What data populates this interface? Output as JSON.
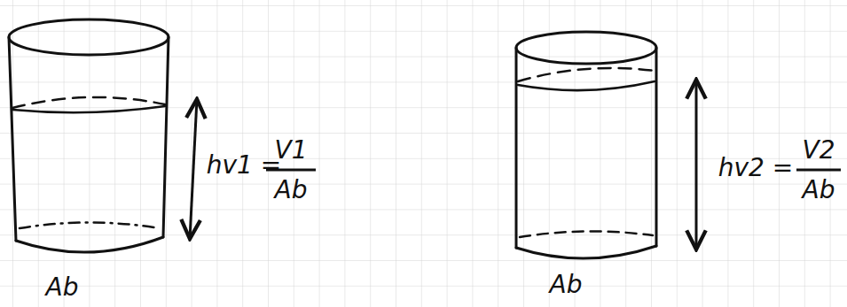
{
  "diagram": {
    "labels": [
      "hv1 =",
      "V1",
      "Ab",
      "Ab",
      "hv2 =",
      "V2",
      "Ab",
      "Ab"
    ]
  }
}
